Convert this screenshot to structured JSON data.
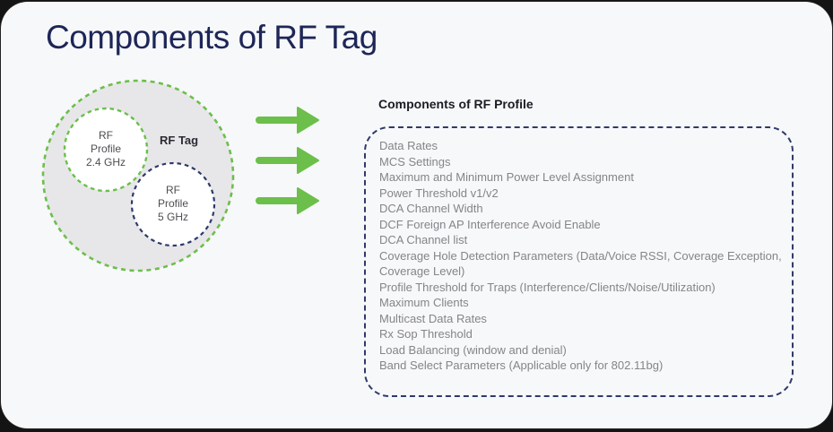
{
  "slide": {
    "title": "Components of RF Tag"
  },
  "diagram": {
    "tag_label": "RF Tag",
    "profile_24ghz": "RF\nProfile\n2.4 GHz",
    "profile_5ghz": "RF\nProfile\n5 GHz"
  },
  "icons": {
    "arrow": "arrow-right-icon",
    "arrow_count": 3
  },
  "panel": {
    "header": "Components of RF Profile",
    "items": [
      "Data Rates",
      "MCS Settings",
      "Maximum and Minimum Power Level Assignment",
      "Power Threshold v1/v2",
      "DCA Channel Width",
      "DCF Foreign AP Interference Avoid Enable",
      "DCA Channel list",
      "Coverage Hole Detection Parameters (Data/Voice RSSI, Coverage Exception, Coverage Level)",
      "Profile Threshold for Traps (Interference/Clients/Noise/Utilization)",
      "Maximum Clients",
      "Multicast Data Rates",
      "Rx Sop Threshold",
      "Load Balancing (window and denial)",
      "Band Select Parameters (Applicable only for 802.11bg)"
    ]
  },
  "colors": {
    "card-bg": "#f7f8f9",
    "accent-green": "#6cbf4a",
    "navy-dash": "#2e3a6b",
    "title-navy": "#1d2657",
    "header-text": "#1a1d25",
    "list-text": "#85858a",
    "tag-text": "#2b2b33",
    "circle-text": "#4e4e53",
    "circle-fill": "#e7e7e9"
  }
}
